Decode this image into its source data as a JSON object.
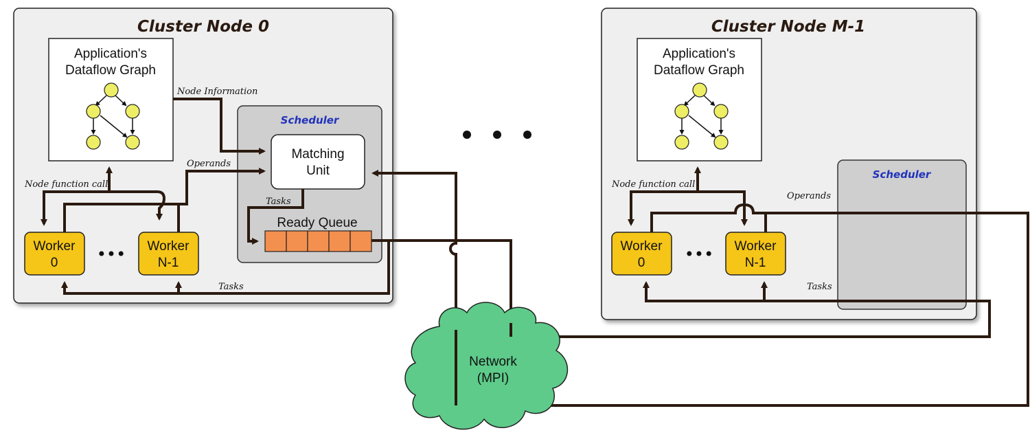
{
  "colors": {
    "node_panel": "#efefef",
    "scheduler_panel": "#cfcfcf",
    "worker": "#f5c518",
    "queue_cell": "#f4904f",
    "graph_node": "#eeee66",
    "network": "#5ecb8a",
    "scheduler_text": "#2233bb",
    "wire": "#2b1a10"
  },
  "node0": {
    "title": "Cluster Node 0",
    "graph_label_line1": "Application's",
    "graph_label_line2": "Dataflow Graph",
    "scheduler_label": "Scheduler",
    "matching_line1": "Matching",
    "matching_line2": "Unit",
    "ready_queue_label": "Ready Queue",
    "worker0_line1": "Worker",
    "worker0_line2": "0",
    "workerN_line1": "Worker",
    "workerN_line2": "N-1",
    "ellipsis": "•••",
    "node_information": "Node Information",
    "operands": "Operands",
    "node_function_call": "Node function call",
    "tasks_queue": "Tasks",
    "tasks_bottom": "Tasks"
  },
  "nodeM": {
    "title": "Cluster Node M-1",
    "graph_label_line1": "Application's",
    "graph_label_line2": "Dataflow Graph",
    "scheduler_label": "Scheduler",
    "worker0_line1": "Worker",
    "worker0_line2": "0",
    "workerN_line1": "Worker",
    "workerN_line2": "N-1",
    "ellipsis": "•••",
    "operands": "Operands",
    "node_function_call": "Node function call",
    "tasks": "Tasks"
  },
  "between_nodes_ellipsis": "3 dots",
  "network_line1": "Network",
  "network_line2": "(MPI)"
}
